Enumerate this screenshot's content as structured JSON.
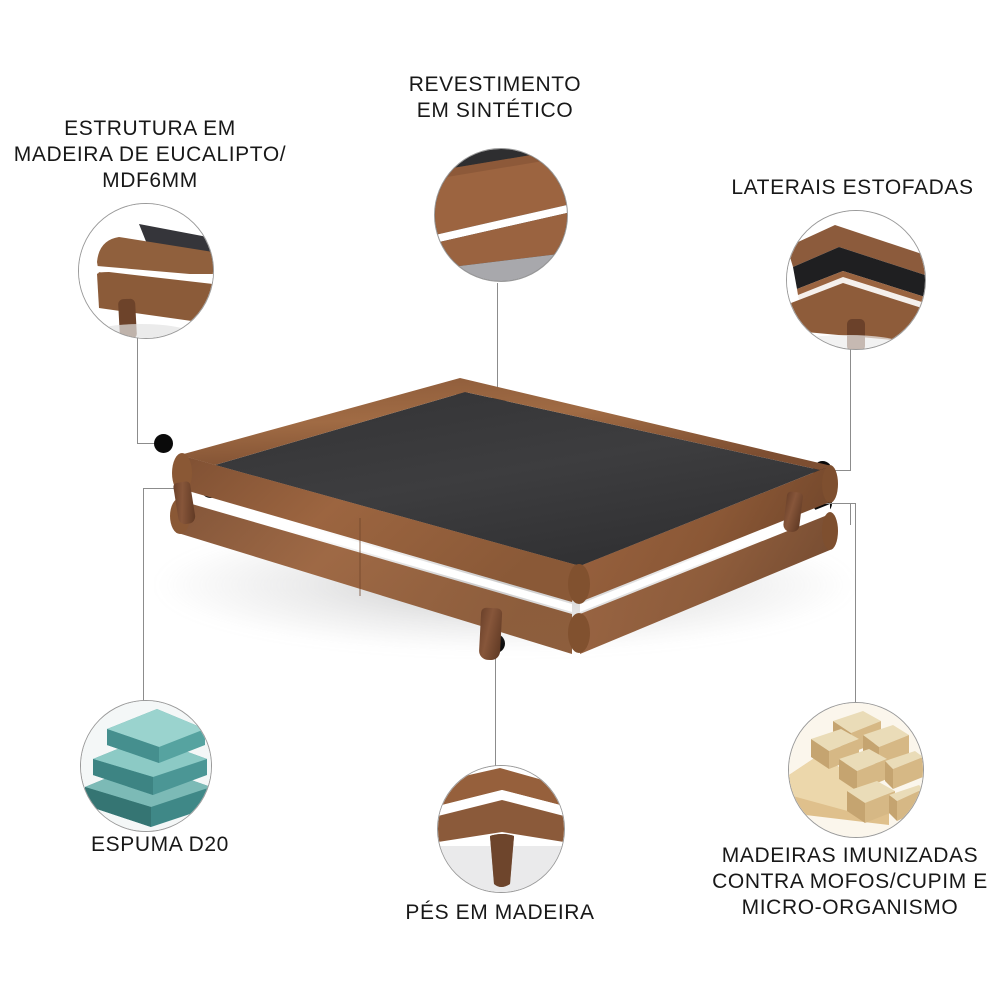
{
  "infographic": {
    "title": "Cama box base infográfico",
    "background_color": "#ffffff",
    "line_color": "#8c8c8c",
    "dot_color": "#0a0a0a",
    "text_color": "#181818"
  },
  "features": [
    {
      "id": "estrutura",
      "label": "ESTRUTURA EM\nMADEIRA DE EUCALIPTO/\nMDF6MM",
      "icon": "bed-corner-detail-icon",
      "colors": {
        "wood": "#8a5a3b",
        "panel": "#3a3a3c",
        "piping": "#ffffff"
      }
    },
    {
      "id": "revestimento",
      "label": "REVESTIMENTO\nEM SINTÉTICO",
      "icon": "synthetic-leather-swatch-icon",
      "colors": {
        "leather": "#9c6440",
        "panel": "#2f2f31",
        "piping": "#ffffff"
      }
    },
    {
      "id": "laterais",
      "label": "LATERAIS ESTOFADAS",
      "icon": "upholstered-side-icon",
      "colors": {
        "leather": "#8c5b3c",
        "panel": "#262628",
        "piping": "#ffffff"
      }
    },
    {
      "id": "espuma",
      "label": "ESPUMA D20",
      "icon": "foam-blocks-icon",
      "colors": {
        "foam": "#4e9a99",
        "foam_light": "#8fc9c5"
      }
    },
    {
      "id": "pes",
      "label": "PÉS EM MADEIRA",
      "icon": "wooden-foot-icon",
      "colors": {
        "wood": "#8b5a3a",
        "piping": "#ffffff"
      }
    },
    {
      "id": "madeiras",
      "label": "MADEIRAS IMUNIZADAS\nCONTRA MOFOS/CUPIM E\nMICRO-ORGANISMO",
      "icon": "pine-wood-stack-icon",
      "colors": {
        "wood_light": "#e6cb9b",
        "wood_mid": "#d2ae78"
      }
    }
  ],
  "product": {
    "name": "bed-base-illustration",
    "surface_color": "#3a3a3c",
    "upholstery_color": "#94613f",
    "piping_color": "#ffffff",
    "leg_color": "#6b412a"
  }
}
